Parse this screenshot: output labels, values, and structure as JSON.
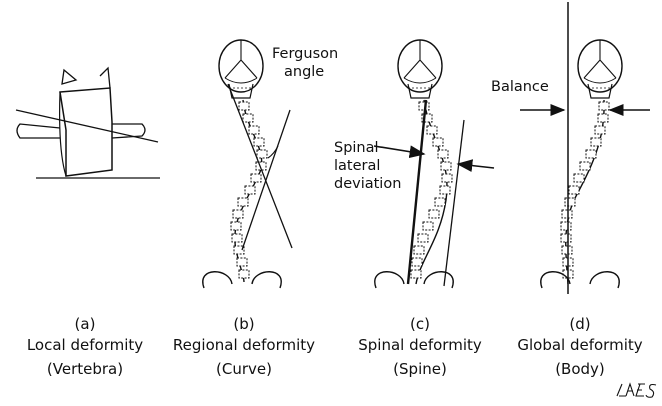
{
  "panels": [
    {
      "letter": "(a)",
      "line1": "Local deformity",
      "line2": "(Vertebra)"
    },
    {
      "letter": "(b)",
      "line1": "Regional deformity",
      "line2": "(Curve)"
    },
    {
      "letter": "(c)",
      "line1": "Spinal deformity",
      "line2": "(Spine)"
    },
    {
      "letter": "(d)",
      "line1": "Global deformity",
      "line2": "(Body)"
    }
  ],
  "annotations": {
    "ferguson_1": "Ferguson",
    "ferguson_2": "angle",
    "lateral_1": "Spinal",
    "lateral_2": "lateral",
    "lateral_3": "deviation",
    "balance": "Balance"
  },
  "signature": "LAES",
  "colors": {
    "ink": "#111111",
    "background": "#ffffff"
  }
}
